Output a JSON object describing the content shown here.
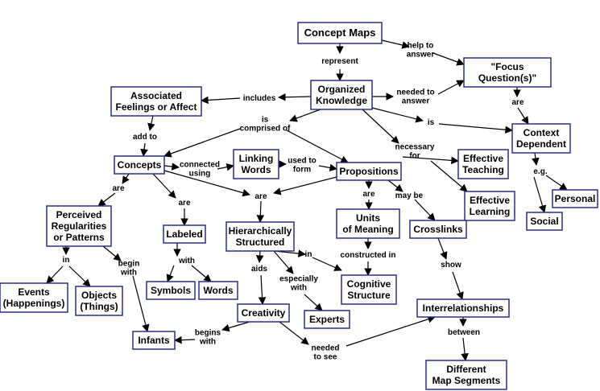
{
  "nodes": {
    "concept_maps": [
      "Concept Maps"
    ],
    "focus_question": [
      "\"Focus",
      "Question(s)\""
    ],
    "organized_knowledge": [
      "Organized",
      "Knowledge"
    ],
    "associated_feelings": [
      "Associated",
      "Feelings or Affect"
    ],
    "context_dependent": [
      "Context",
      "Dependent"
    ],
    "concepts": [
      "Concepts"
    ],
    "linking_words": [
      "Linking",
      "Words"
    ],
    "propositions": [
      "Propositions"
    ],
    "effective_teaching": [
      "Effective",
      "Teaching"
    ],
    "effective_learning": [
      "Effective",
      "Learning"
    ],
    "personal": [
      "Personal"
    ],
    "social": [
      "Social"
    ],
    "perceived_regularities": [
      "Perceived",
      "Regularities",
      "or Patterns"
    ],
    "labeled": [
      "Labeled"
    ],
    "hierarchically_structured": [
      "Hierarchically",
      "Structured"
    ],
    "units_of_meaning": [
      "Units",
      "of Meaning"
    ],
    "crosslinks": [
      "Crosslinks"
    ],
    "symbols": [
      "Symbols"
    ],
    "words": [
      "Words"
    ],
    "cognitive_structure": [
      "Cognitive",
      "Structure"
    ],
    "events": [
      "Events",
      "(Happenings)"
    ],
    "objects": [
      "Objects",
      "(Things)"
    ],
    "creativity": [
      "Creativity"
    ],
    "experts": [
      "Experts"
    ],
    "interrelationships": [
      "Interrelationships"
    ],
    "infants": [
      "Infants"
    ],
    "different_map_segments": [
      "Different",
      "Map Segments"
    ]
  },
  "links": {
    "represent": [
      "represent"
    ],
    "help_to_answer": [
      "help to",
      "answer"
    ],
    "includes": [
      "includes"
    ],
    "needed_to_answer": [
      "needed to",
      "answer"
    ],
    "are_focus": [
      "are"
    ],
    "is_context": [
      "is"
    ],
    "add_to": [
      "add to"
    ],
    "is_comprised_of": [
      "is",
      "comprised of"
    ],
    "necessary_for": [
      "necessary",
      "for"
    ],
    "eg": [
      "e.g."
    ],
    "connected_using": [
      "connected",
      "using"
    ],
    "used_to_form": [
      "used to",
      "form"
    ],
    "are_concepts_left": [
      "are"
    ],
    "are_concepts_right": [
      "are"
    ],
    "are_center": [
      "are"
    ],
    "are_propositions": [
      "are"
    ],
    "may_be": [
      "may be"
    ],
    "in_perceived": [
      "in"
    ],
    "begin_with": [
      "begin",
      "with"
    ],
    "with_labeled": [
      "with"
    ],
    "aids": [
      "aids"
    ],
    "in_hier": [
      "in"
    ],
    "especially_with": [
      "especially",
      "with"
    ],
    "constructed_in": [
      "constructed in"
    ],
    "show": [
      "show"
    ],
    "begins_with": [
      "begins",
      "with"
    ],
    "needed_to_see": [
      "needed",
      "to see"
    ],
    "between": [
      "between"
    ]
  }
}
